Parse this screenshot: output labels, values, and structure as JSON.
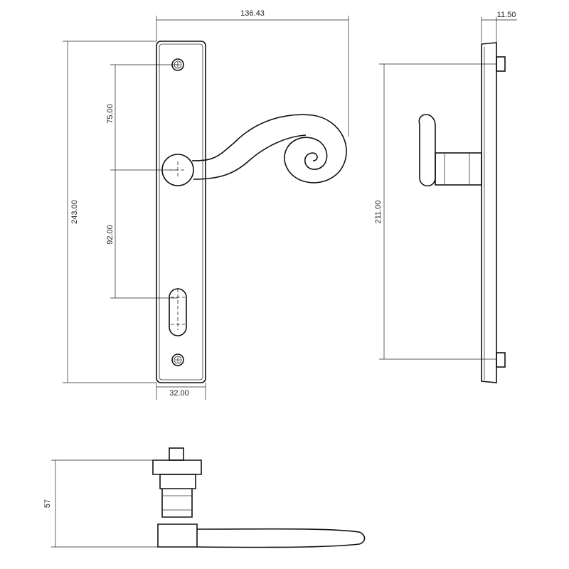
{
  "dimensions": {
    "overall_projection": "136.43",
    "plate_height": "243.00",
    "top_to_spindle": "75.00",
    "spindle_to_keyhole": "92.00",
    "plate_width": "32.00",
    "fixing_centres": "211.00",
    "plate_thickness": "11.50",
    "lever_height": "57"
  }
}
